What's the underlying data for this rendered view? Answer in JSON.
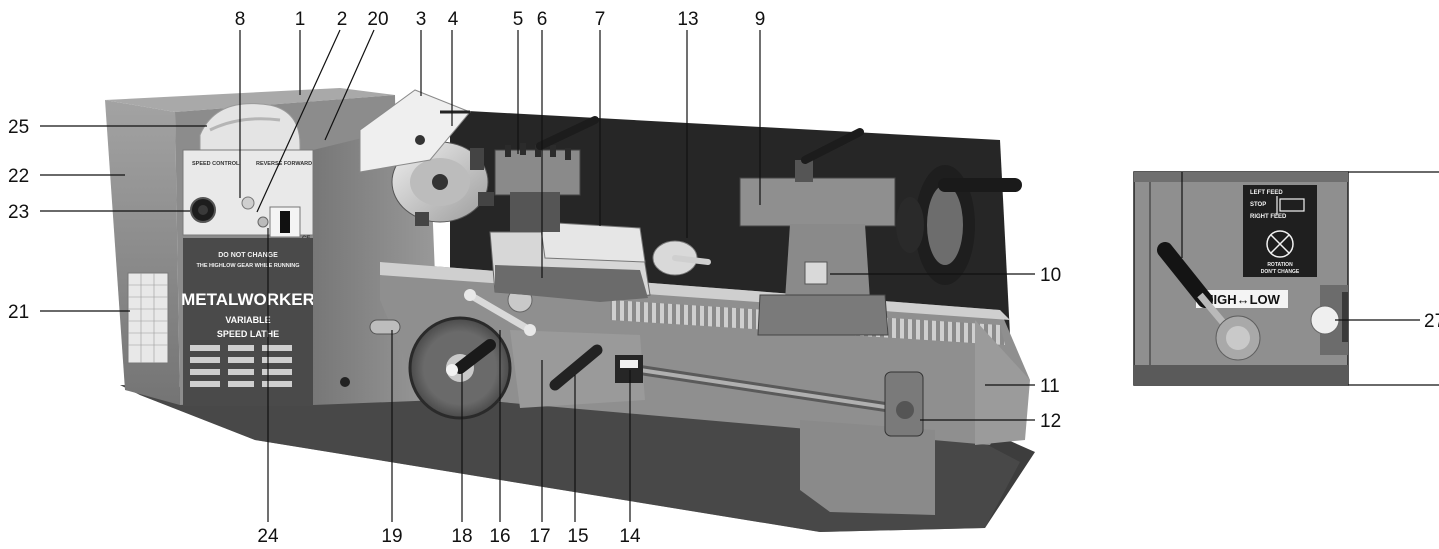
{
  "main_figure": {
    "speed_control_label": "SPEED CONTROL",
    "direction_label": "REVERSE  FORWARD",
    "warning_line1": "DO NOT CHANGE",
    "warning_line2": "THE HIGHLOW GEAR WHILE RUNNING",
    "brand": "METALWORKER",
    "model_line1": "VARIABLE",
    "model_line2": "SPEED LATHE",
    "callouts": [
      {
        "id": "c1",
        "label": "1"
      },
      {
        "id": "c2",
        "label": "2"
      },
      {
        "id": "c3",
        "label": "3"
      },
      {
        "id": "c4",
        "label": "4"
      },
      {
        "id": "c5",
        "label": "5"
      },
      {
        "id": "c6",
        "label": "6"
      },
      {
        "id": "c7",
        "label": "7"
      },
      {
        "id": "c8",
        "label": "8"
      },
      {
        "id": "c9",
        "label": "9"
      },
      {
        "id": "c10",
        "label": "10"
      },
      {
        "id": "c11",
        "label": "11"
      },
      {
        "id": "c12",
        "label": "12"
      },
      {
        "id": "c13",
        "label": "13"
      },
      {
        "id": "c14",
        "label": "14"
      },
      {
        "id": "c15",
        "label": "15"
      },
      {
        "id": "c16",
        "label": "16"
      },
      {
        "id": "c17",
        "label": "17"
      },
      {
        "id": "c18",
        "label": "18"
      },
      {
        "id": "c19",
        "label": "19"
      },
      {
        "id": "c20",
        "label": "20"
      },
      {
        "id": "c21",
        "label": "21"
      },
      {
        "id": "c22",
        "label": "22"
      },
      {
        "id": "c23",
        "label": "23"
      },
      {
        "id": "c24",
        "label": "24"
      },
      {
        "id": "c25",
        "label": "25"
      }
    ]
  },
  "inset_figure": {
    "feed_left": "LEFT FEED",
    "feed_stop": "STOP",
    "feed_right": "RIGHT FEED",
    "rotation_line1": "ROTATION",
    "rotation_line2": "DON'T CHANGE",
    "gear_label": "HIGH↔LOW",
    "callout": "27"
  },
  "colors": {
    "body": "#8d8d8d",
    "body_dark": "#5e5e5e",
    "backplate": "#262626",
    "base": "#3f3f3f",
    "metal_light": "#d6d6d6",
    "panel": "#e9e9e9"
  }
}
